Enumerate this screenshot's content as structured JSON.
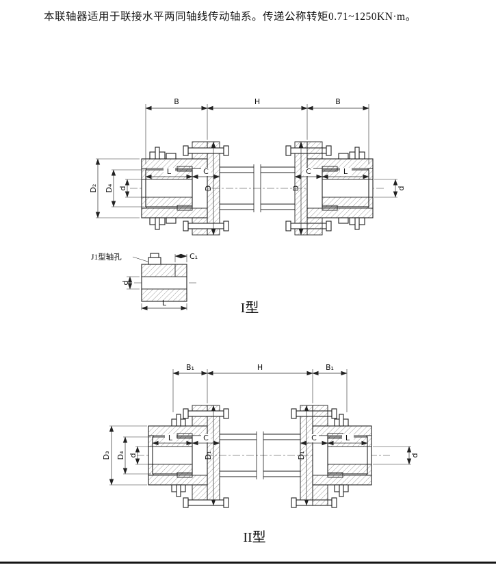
{
  "page": {
    "header_text": "本联轴器适用于联接水平两同轴线传动轴系。传递公称转矩0.71~1250KN·m。"
  },
  "colors": {
    "ink": "#1f1f1f",
    "paper": "#ffffff"
  },
  "fig_type1": {
    "caption": "I型",
    "dims": {
      "b_left": "B",
      "h": "H",
      "b_right": "B",
      "d2": "D₂",
      "d4": "D₄",
      "d_small_left": "d",
      "l_left": "L",
      "c_left": "C",
      "d_mid_left": "D",
      "d_mid_right": "D",
      "c_right": "C",
      "l_right": "L",
      "d_small_right": "d"
    }
  },
  "detail_j1": {
    "label": "J1型轴孔",
    "dims": {
      "c1": "C₁",
      "d": "d",
      "l": "L"
    }
  },
  "fig_type2": {
    "caption": "II型",
    "dims": {
      "b1_left": "B₁",
      "h": "H",
      "b1_right": "B₁",
      "d3": "D₃",
      "d4": "D₄",
      "d_small_left": "d",
      "l_left": "L",
      "c_left": "C",
      "d1_left": "D₁",
      "d1_right": "D₁",
      "c_right": "C",
      "l_right": "L",
      "d_small_right": "d"
    }
  }
}
